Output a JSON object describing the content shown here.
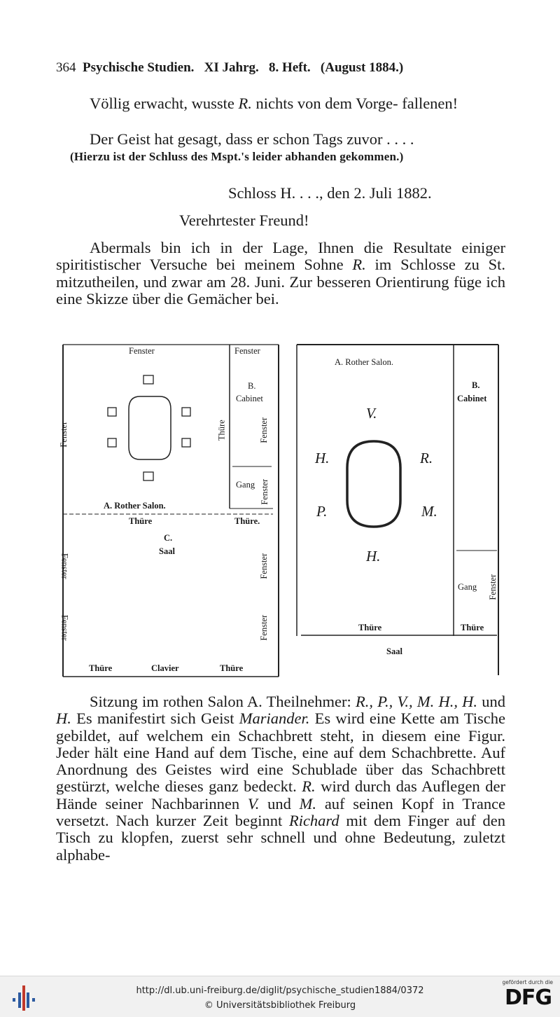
{
  "header": {
    "page_number": "364",
    "running_title": "Psychische Studien.",
    "volume": "XI Jahrg.",
    "issue": "8. Heft.",
    "date": "(August 1884.)"
  },
  "text": {
    "l1": "Völlig erwacht, wusste R. nichts von dem Vorge-",
    "l1_a": "Völlig erwacht, wusste",
    "l1_r": "R.",
    "l1_b": "nichts von dem Vorge-",
    "l2": "fallenen!",
    "l3": "Der Geist hat gesagt, dass er schon Tags zuvor . . . .",
    "note": "(Hierzu ist der Schluss des Mspt.'s leider abhanden gekommen.)",
    "dateline": "Schloss H. . . ., den 2. Juli 1882.",
    "salutation": "Verehrtester Freund!",
    "para1_a": "Abermals bin ich in der Lage, Ihnen die Resultate einiger spiritistischer Versuche bei meinem Sohne",
    "para1_r": "R.",
    "para1_b": "im Schlosse zu St. mitzutheilen, und zwar am 28. Juni. Zur besseren Orientirung füge ich eine Skizze über die Gemächer bei."
  },
  "plan_left": {
    "fenster_top": "Fenster",
    "fenster_top_right": "Fenster",
    "b": "B.",
    "cabinet": "Cabinet",
    "fenster_left": "Fenster",
    "thuere_mid": "Thüre",
    "fenster_b": "Fenster",
    "gang": "Gang",
    "fenster_gang": "Fenster",
    "rother_salon": "A. Rother Salon.",
    "thuere_a": "Thüre",
    "thuere_b": "Thüre.",
    "c": "C.",
    "saal": "Saal",
    "fenster_c_left1": "Fenster",
    "fenster_c_left2": "Fenster",
    "fenster_c_right1": "Fenster",
    "fenster_c_right2": "Fenster",
    "thuere_bottom_left": "Thüre",
    "clavier": "Clavier",
    "thuere_bottom_right": "Thüre"
  },
  "plan_right": {
    "rother_salon": "A. Rother Salon.",
    "b": "B.",
    "cabinet": "Cabinet",
    "v": "V.",
    "h_left": "H.",
    "r": "R.",
    "p": "P.",
    "m": "M.",
    "h_bottom": "H.",
    "gang": "Gang",
    "fenster": "Fenster",
    "thuere_a": "Thüre",
    "thuere_b": "Thüre",
    "saal": "Saal"
  },
  "text2": {
    "s1_a": "Sitzung im rothen Salon A. Theilnehmer:",
    "s1_names": "R., P., V.,",
    "s2_names1": "M. H., H.",
    "s2_und": "und",
    "s2_h": "H.",
    "s2_b": "Es manifestirt sich Geist",
    "s2_mariander": "Mariander.",
    "s3": "Es wird eine Kette am Tische gebildet, auf welchem ein Schachbrett steht, in diesem eine Figur. Jeder hält eine Hand auf dem Tische, eine auf dem Schachbrette. Auf Anordnung des Geistes wird eine Schublade über das Schachbrett gestürzt, welche dieses ganz bedeckt.",
    "s3_r": "R.",
    "s3_b": "wird durch das Auflegen der Hände seiner Nachbarinnen",
    "s3_v": "V.",
    "s3_und": "und",
    "s3_m": "M.",
    "s3_c": "auf seinen Kopf in Trance versetzt. Nach kurzer Zeit beginnt",
    "s3_richard": "Richard",
    "s3_d": "mit dem Finger auf den Tisch zu klopfen, zuerst sehr schnell und ohne Bedeutung, zuletzt alphabe-"
  },
  "footer": {
    "url": "http://dl.ub.uni-freiburg.de/diglit/psychische_studien1884/0372",
    "copyright": "© Universitätsbibliothek Freiburg",
    "dfg_small": "gefördert durch die",
    "dfg": "DFG"
  }
}
